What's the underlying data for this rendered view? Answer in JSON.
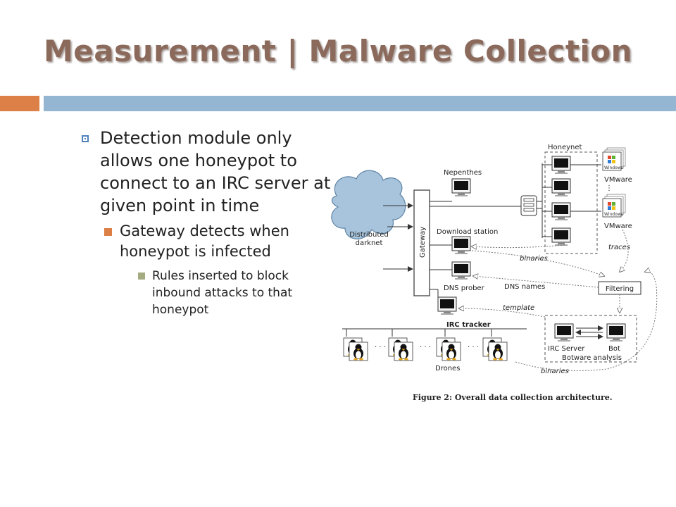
{
  "slide": {
    "title": "Measurement | Malware Collection",
    "bullets": [
      {
        "level": 1,
        "text": "Detection module only allows one honeypot to connect to an IRC server at given point in time"
      },
      {
        "level": 2,
        "text": "Gateway detects when honeypot is infected"
      },
      {
        "level": 3,
        "text": "Rules inserted to block inbound attacks to that honeypot"
      }
    ],
    "colors": {
      "title": "#8b6a5c",
      "accent_orange": "#dd8047",
      "accent_blue": "#94b6d2",
      "bullet1": "#4f81bd",
      "bullet3": "#a5ab81"
    }
  },
  "diagram": {
    "labels": {
      "distributed_darknet": [
        "Distributed",
        "darknet"
      ],
      "gateway": "Gateway",
      "nepenthes": "Nepenthes",
      "download_station": "Download station",
      "dns_prober": "DNS prober",
      "irc_tracker": "IRC tracker",
      "drones": "Drones",
      "honeynet": "Honeynet",
      "vmware_1": "VMware",
      "vmware_2": "VMware",
      "traces": "traces",
      "binaries_1": "binaries",
      "dns_names": "DNS names",
      "filtering": "Filtering",
      "template": "template",
      "irc_server": "IRC Server",
      "bot": "Bot",
      "botware_analysis": "Botware analysis",
      "binaries_2": "binaries",
      "windows_1": "Windows",
      "windows_2": "Windows"
    },
    "caption": "Figure 2: Overall data collection architecture."
  }
}
